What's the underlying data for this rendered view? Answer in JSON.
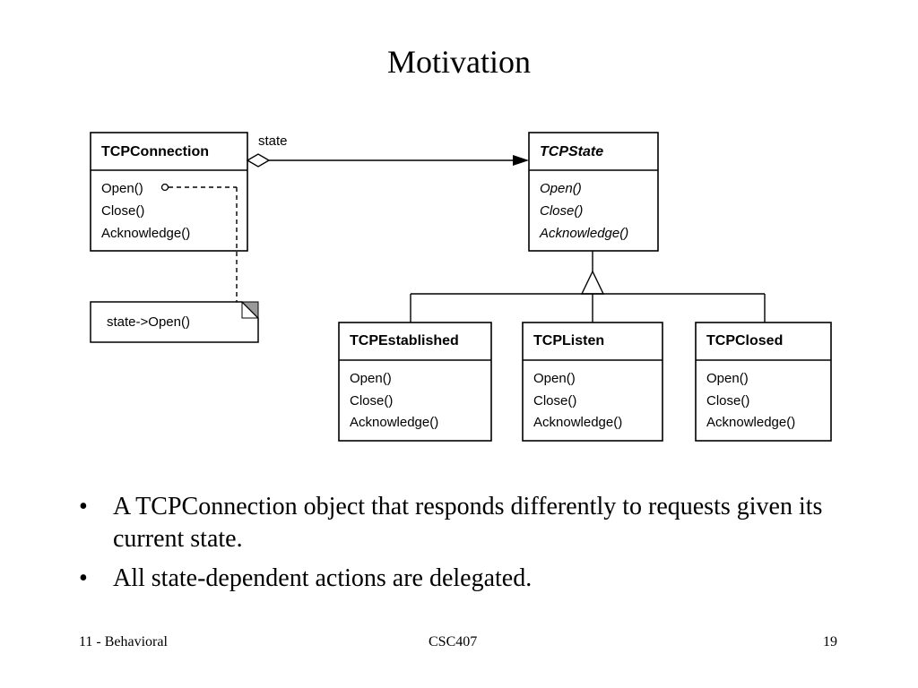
{
  "slide": {
    "title": "Motivation",
    "bullets": [
      "A TCPConnection object that responds differently to requests given its current state.",
      "All state-dependent actions are delegated."
    ],
    "bullet_glyph": "•",
    "footer": {
      "left": "11 - Behavioral",
      "center": "CSC407",
      "right": "19"
    }
  },
  "diagram": {
    "connection": {
      "name": "TCPConnection",
      "ops": [
        "Open()",
        "Close()",
        "Acknowledge()"
      ]
    },
    "state": {
      "name": "TCPState",
      "ops": [
        "Open()",
        "Close()",
        "Acknowledge()"
      ]
    },
    "note": "state->Open()",
    "association_label": "state",
    "subclasses": [
      {
        "name": "TCPEstablished",
        "ops": [
          "Open()",
          "Close()",
          "Acknowledge()"
        ]
      },
      {
        "name": "TCPListen",
        "ops": [
          "Open()",
          "Close()",
          "Acknowledge()"
        ]
      },
      {
        "name": "TCPClosed",
        "ops": [
          "Open()",
          "Close()",
          "Acknowledge()"
        ]
      }
    ]
  }
}
